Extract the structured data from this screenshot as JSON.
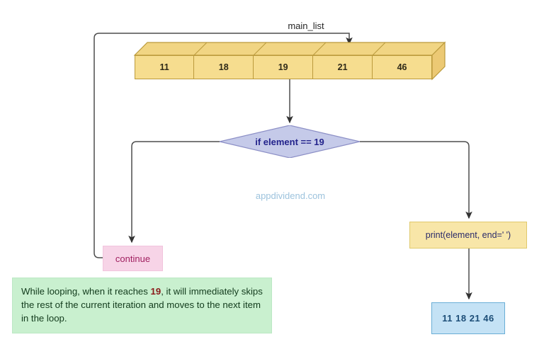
{
  "diagram": {
    "title_label": "main_list",
    "watermark": "appdividend.com",
    "array": {
      "name": "main_list",
      "cells": [
        "11",
        "18",
        "19",
        "21",
        "46"
      ],
      "fill_color": "#f6dd8f",
      "top_face_color": "#f1d583",
      "side_face_color": "#e7c870",
      "border_color": "#bb9a3c"
    },
    "decision": {
      "label": "if element == 19",
      "fill_color": "#c5cae9",
      "border_color": "#8c8fc6",
      "text_color": "#23238c"
    },
    "continue_node": {
      "label": "continue",
      "fill_color": "#f7d4e7",
      "border_color": "#f2c4dd",
      "text_color": "#a02060"
    },
    "print_node": {
      "label": "print(element, end=' ')",
      "fill_color": "#f8e6a8",
      "border_color": "#e0c96c",
      "text_color": "#2a2a6a"
    },
    "output_node": {
      "label": "11  18  21  46",
      "fill_color": "#c4e2f5",
      "border_color": "#6aaed6",
      "text_color": "#1d4e77"
    },
    "note": {
      "part1": "While looping, when it reaches ",
      "highlight": "19",
      "part2": ", it will immediately skips the rest of the current iteration and moves to the next item in the loop.",
      "fill_color": "#c9f0cf",
      "border_color": "#bce8c4",
      "text_color": "#123b1c",
      "highlight_color": "#8a1a1a"
    },
    "edges": [
      {
        "name": "loopback-to-array",
        "from": "continue",
        "to": "main_list"
      },
      {
        "name": "array-to-decision",
        "from": "main_list",
        "to": "if element == 19"
      },
      {
        "name": "decision-true-to-continue",
        "from": "if element == 19",
        "to": "continue"
      },
      {
        "name": "decision-false-to-print",
        "from": "if element == 19",
        "to": "print(element, end=' ')"
      },
      {
        "name": "print-to-output",
        "from": "print(element, end=' ')",
        "to": "11  18  21  46"
      }
    ],
    "edge_color": "#4d4d4d"
  }
}
